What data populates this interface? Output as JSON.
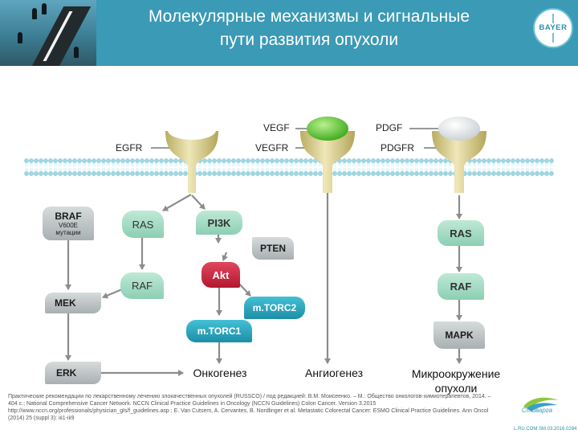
{
  "header": {
    "title_line1": "Молекулярные механизмы и сигнальные",
    "title_line2": "пути развития опухоли",
    "logo_text": "BAYER"
  },
  "receptors": {
    "vegf_label": "VEGF",
    "pdgf_label": "PDGF",
    "egfr_label": "EGFR",
    "vegfr_label": "VEGFR",
    "pdgfr_label": "PDGFR"
  },
  "nodes": {
    "braf": "BRAF",
    "v600e": "V600E",
    "mutations": "мутации",
    "ras_left": "RAS",
    "pi3k": "PI3K",
    "ras_right": "RAS",
    "pten": "PTEN",
    "akt": "Akt",
    "raf_left": "RAF",
    "raf_right": "RAF",
    "mek": "MEK",
    "mtorc2": "m.TORC2",
    "mtorc1": "m.TORC1",
    "mapk": "MAPK",
    "erk": "ERK"
  },
  "outcomes": {
    "oncogenesis": "Онкогенез",
    "angiogenesis": "Ангиогенез",
    "microenv_line1": "Микроокружение",
    "microenv_line2": "опухоли"
  },
  "references": "Практические рекомендации по лекарственному лечению злокачественных опухолей (RUSSCO) / под редакцией: В.М. Моисеенко. – М.: Общество онкологов-химиотерапевтов, 2014. – 404 с.; National Comprehensive Cancer Network. NCCN Clinical Practice Guidelines in Oncology (NCCN Guidelines) Colon Cancer. Version 3.2015 http://www.nccn.org/professionals/physician_gls/f_guidelines.asp ; E. Van Cutsem, A. Cervantes, B. Nordlinger et al. Metastatic Colorectal Cancer: ESMO Clinical Practice Guidelines. Ann Oncol (2014) 25 (suppl 3): iii1-iii9",
  "footer": {
    "brand": "Стиварга",
    "code": "L.RU.COM.SM.03.2016.0284"
  },
  "colors": {
    "header_bg": "#3b9ab5",
    "membrane": "#9ed7e3",
    "receptor": "#d7cc8a",
    "ligand_green": "#5cc22e",
    "akt_red": "#c9213a",
    "pill_green": "#a5ddc6",
    "gray_box": "#b9bfc0",
    "arrow": "#8c8c8c"
  }
}
